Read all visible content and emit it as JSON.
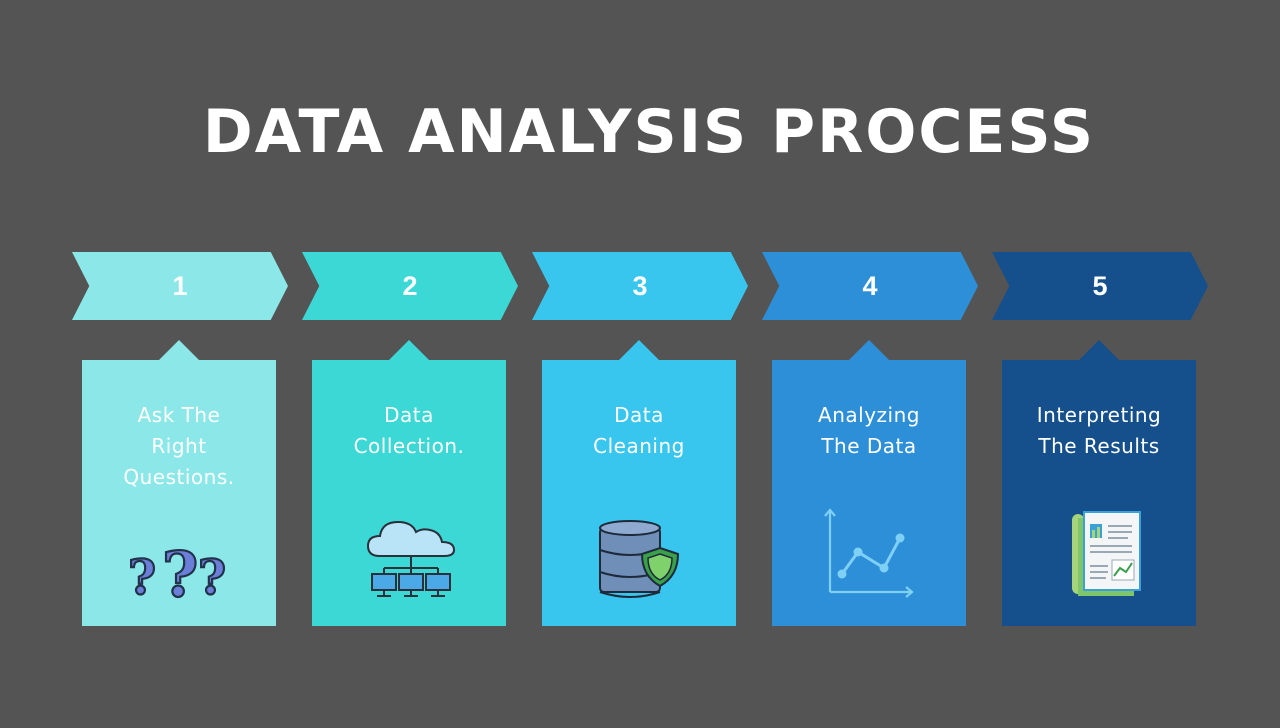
{
  "title": "DATA ANALYSIS PROCESS",
  "steps": [
    {
      "number": "1",
      "label": "Ask The\nRight\nQuestions.",
      "color": "#8ce8e8",
      "icon": "question-marks-icon"
    },
    {
      "number": "2",
      "label": "Data\nCollection.",
      "color": "#3cd8d6",
      "icon": "cloud-network-icon"
    },
    {
      "number": "3",
      "label": "Data\nCleaning",
      "color": "#38c6ee",
      "icon": "database-shield-icon"
    },
    {
      "number": "4",
      "label": "Analyzing\nThe Data",
      "color": "#2e8fd9",
      "icon": "line-chart-icon"
    },
    {
      "number": "5",
      "label": "Interpreting\nThe Results",
      "color": "#15508c",
      "icon": "report-document-icon"
    }
  ]
}
